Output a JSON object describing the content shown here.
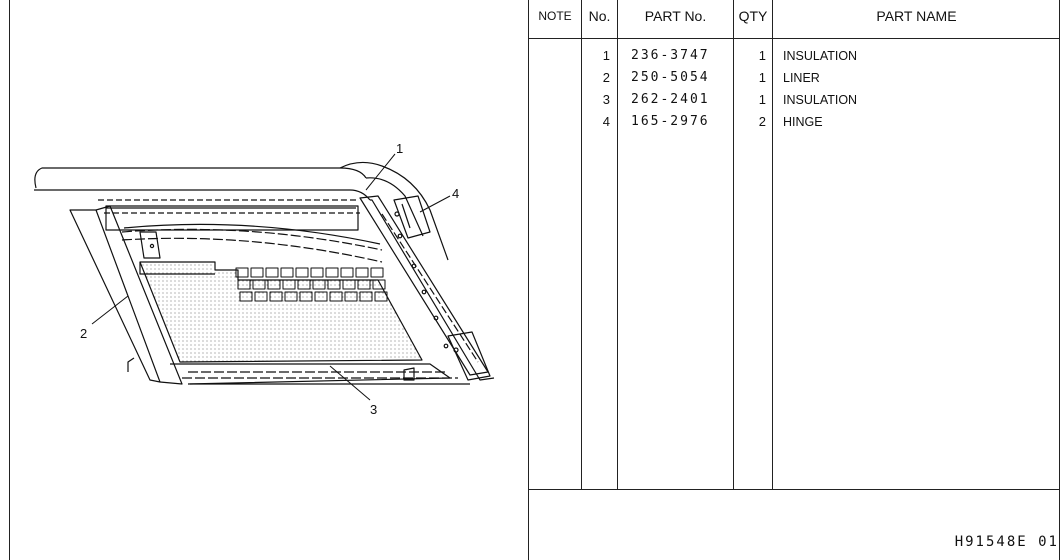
{
  "table": {
    "headers": {
      "note": "NOTE",
      "no": "No.",
      "part_no": "PART No.",
      "qty": "QTY",
      "part_name": "PART NAME"
    },
    "rows": [
      {
        "no": "1",
        "part_no": "236-3747",
        "qty": "1",
        "part_name": "INSULATION"
      },
      {
        "no": "2",
        "part_no": "250-5054",
        "qty": "1",
        "part_name": "LINER"
      },
      {
        "no": "3",
        "part_no": "262-2401",
        "qty": "1",
        "part_name": "INSULATION"
      },
      {
        "no": "4",
        "part_no": "165-2976",
        "qty": "2",
        "part_name": "HINGE"
      }
    ]
  },
  "drawing": {
    "callouts": [
      "1",
      "2",
      "3",
      "4"
    ]
  },
  "footer": {
    "code": "H91548E  01"
  }
}
